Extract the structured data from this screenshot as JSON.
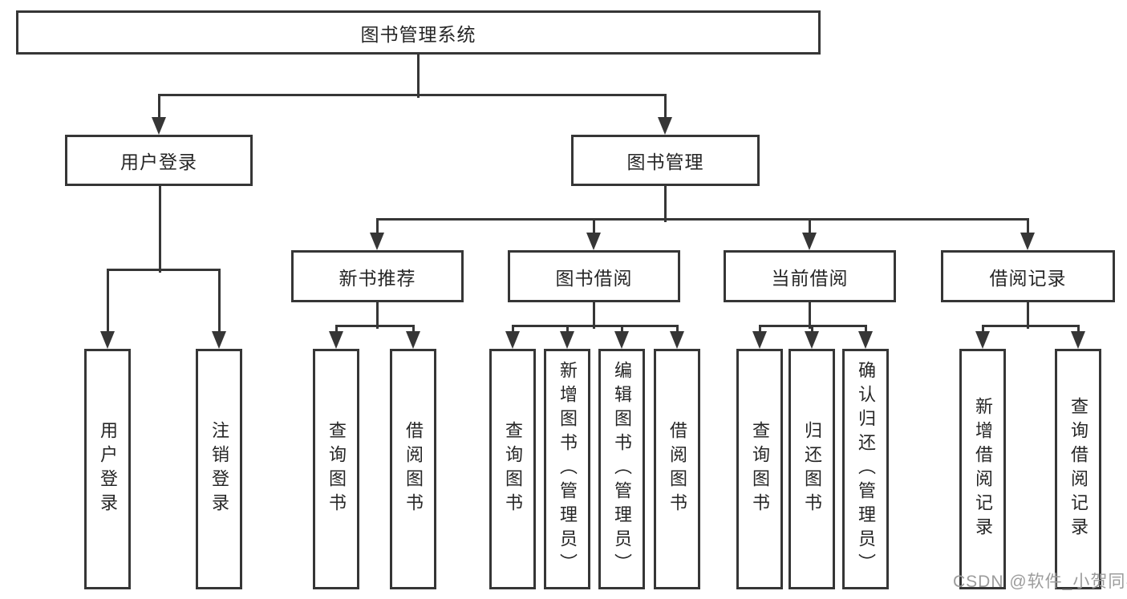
{
  "tree": {
    "label": "图书管理系统",
    "children": [
      {
        "label": "用户登录",
        "children": [
          {
            "label": "用户登录"
          },
          {
            "label": "注销登录"
          }
        ]
      },
      {
        "label": "图书管理",
        "children": [
          {
            "label": "新书推荐",
            "children": [
              {
                "label": "查询图书"
              },
              {
                "label": "借阅图书"
              }
            ]
          },
          {
            "label": "图书借阅",
            "children": [
              {
                "label": "查询图书"
              },
              {
                "label": "新增图书（管理员）"
              },
              {
                "label": "编辑图书（管理员）"
              },
              {
                "label": "借阅图书"
              }
            ]
          },
          {
            "label": "当前借阅",
            "children": [
              {
                "label": "查询图书"
              },
              {
                "label": "归还图书"
              },
              {
                "label": "确认归还（管理员）"
              }
            ]
          },
          {
            "label": "借阅记录",
            "children": [
              {
                "label": "新增借阅记录"
              },
              {
                "label": "查询借阅记录"
              }
            ]
          }
        ]
      }
    ]
  },
  "watermark": {
    "text": "CSDN @软件_小贺同学",
    "color": "#9c9c9c"
  },
  "colors": {
    "line": "#363636",
    "text": "#262626",
    "background": "#ffffff"
  }
}
